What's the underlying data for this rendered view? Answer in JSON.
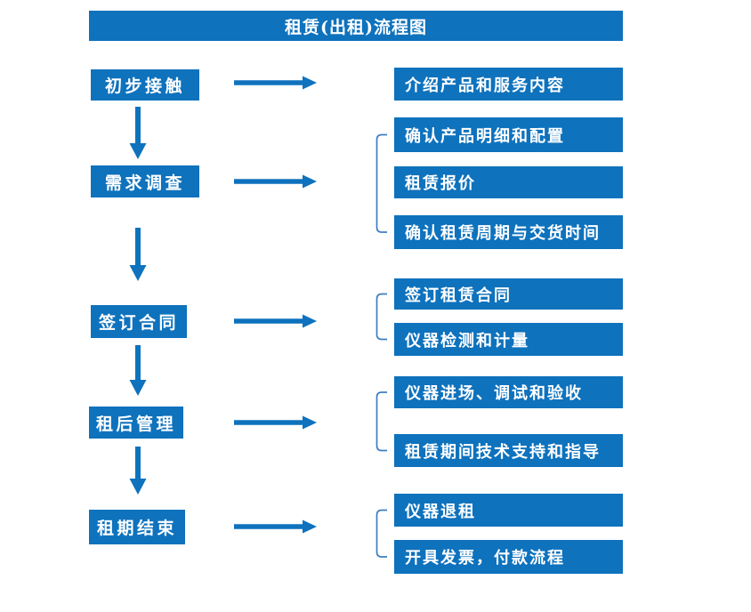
{
  "title": "租赁(出租)流程图",
  "colors": {
    "primary": "#0E72BD",
    "bracket": "#3D7EC2",
    "text": "#FFFFFF",
    "background": "#FFFFFF"
  },
  "flow": {
    "steps": [
      {
        "label": "初步接触",
        "details": [
          "介绍产品和服务内容"
        ]
      },
      {
        "label": "需求调查",
        "details": [
          "确认产品明细和配置",
          "租赁报价",
          "确认租赁周期与交货时间"
        ]
      },
      {
        "label": "签订合同",
        "details": [
          "签订租赁合同",
          "仪器检测和计量"
        ]
      },
      {
        "label": "租后管理",
        "details": [
          "仪器进场、调试和验收",
          "租赁期间技术支持和指导"
        ]
      },
      {
        "label": "租期结束",
        "details": [
          "仪器退租",
          "开具发票，付款流程"
        ]
      }
    ]
  }
}
